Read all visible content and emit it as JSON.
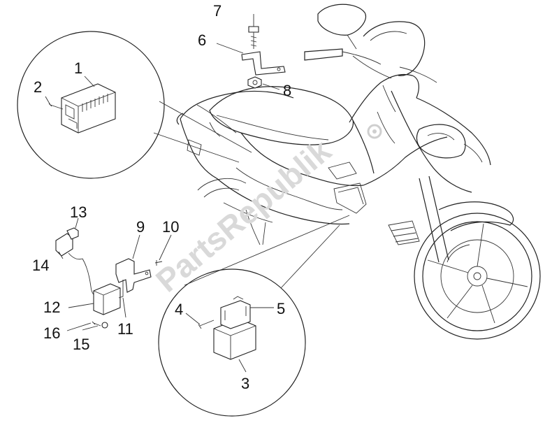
{
  "diagram": {
    "watermark": "PartsRepublik",
    "callouts": [
      {
        "id": "1",
        "label": "1"
      },
      {
        "id": "2",
        "label": "2"
      },
      {
        "id": "3",
        "label": "3"
      },
      {
        "id": "4",
        "label": "4"
      },
      {
        "id": "5",
        "label": "5"
      },
      {
        "id": "6",
        "label": "6"
      },
      {
        "id": "7",
        "label": "7"
      },
      {
        "id": "8",
        "label": "8"
      },
      {
        "id": "9",
        "label": "9"
      },
      {
        "id": "10",
        "label": "10"
      },
      {
        "id": "11",
        "label": "11"
      },
      {
        "id": "12",
        "label": "12"
      },
      {
        "id": "13",
        "label": "13"
      },
      {
        "id": "14",
        "label": "14"
      },
      {
        "id": "15",
        "label": "15"
      },
      {
        "id": "16",
        "label": "16"
      }
    ]
  }
}
